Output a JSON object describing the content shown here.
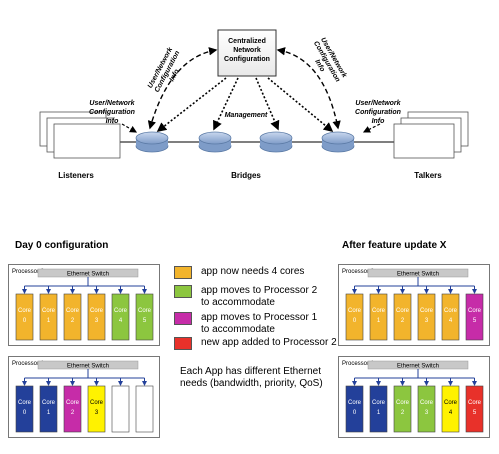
{
  "network": {
    "controller_label": [
      "Centralized",
      "Network",
      "Configuration"
    ],
    "left_diag_label": [
      "User/Network",
      "Configuration",
      "Info"
    ],
    "right_diag_label": [
      "User/Network",
      "Configuration",
      "Info"
    ],
    "left_side_label": [
      "User/Network",
      "Configuration",
      "Info"
    ],
    "right_side_label": [
      "User/Network",
      "Configuration",
      "Info"
    ],
    "management_label": "Management",
    "listeners_label": "Listeners",
    "bridges_label": "Bridges",
    "talkers_label": "Talkers"
  },
  "day0": {
    "title": "Day 0 configuration",
    "processor0": {
      "label": "Processor 0",
      "switch_label": "Ethernet Switch",
      "cores": [
        {
          "label": "Core",
          "num": "0",
          "color": "#F2B42C"
        },
        {
          "label": "Core",
          "num": "1",
          "color": "#F2B42C"
        },
        {
          "label": "Core",
          "num": "2",
          "color": "#F2B42C"
        },
        {
          "label": "Core",
          "num": "3",
          "color": "#F2B42C"
        },
        {
          "label": "Core",
          "num": "4",
          "color": "#8CC63F"
        },
        {
          "label": "Core",
          "num": "5",
          "color": "#8CC63F"
        }
      ]
    },
    "processor1": {
      "label": "Processor 1",
      "switch_label": "Ethernet Switch",
      "cores": [
        {
          "label": "Core",
          "num": "0",
          "color": "#23409A"
        },
        {
          "label": "Core",
          "num": "1",
          "color": "#23409A"
        },
        {
          "label": "Core",
          "num": "2",
          "color": "#C62CA8"
        },
        {
          "label": "Core",
          "num": "3",
          "color": "#FFF200"
        },
        {
          "label": "",
          "num": "",
          "color": "#FFFFFF"
        },
        {
          "label": "",
          "num": "",
          "color": "#FFFFFF"
        }
      ]
    }
  },
  "after": {
    "title": "After feature update X",
    "processor0": {
      "label": "Processor 0",
      "switch_label": "Ethernet Switch",
      "cores": [
        {
          "label": "Core",
          "num": "0",
          "color": "#F2B42C"
        },
        {
          "label": "Core",
          "num": "1",
          "color": "#F2B42C"
        },
        {
          "label": "Core",
          "num": "2",
          "color": "#F2B42C"
        },
        {
          "label": "Core",
          "num": "3",
          "color": "#F2B42C"
        },
        {
          "label": "Core",
          "num": "4",
          "color": "#F2B42C"
        },
        {
          "label": "Core",
          "num": "5",
          "color": "#C62CA8"
        }
      ]
    },
    "processor1": {
      "label": "Processor 1",
      "switch_label": "Ethernet Switch",
      "cores": [
        {
          "label": "Core",
          "num": "0",
          "color": "#23409A"
        },
        {
          "label": "Core",
          "num": "1",
          "color": "#23409A"
        },
        {
          "label": "Core",
          "num": "2",
          "color": "#8CC63F"
        },
        {
          "label": "Core",
          "num": "3",
          "color": "#8CC63F"
        },
        {
          "label": "Core",
          "num": "4",
          "color": "#FFF200"
        },
        {
          "label": "Core",
          "num": "5",
          "color": "#E8312A"
        }
      ]
    }
  },
  "legend": [
    {
      "color": "#F2B42C",
      "text": "app now needs 4 cores"
    },
    {
      "color": "#8CC63F",
      "text": "app moves to Processor 2 to accommodate"
    },
    {
      "color": "#C62CA8",
      "text": "app moves to Processor 1 to accommodate"
    },
    {
      "color": "#E8312A",
      "text": "new app added to Processor 2"
    }
  ],
  "note": "Each App has different Ethernet needs (bandwidth, priority, QoS)",
  "colors": {
    "bridge_fill": "#A9BFDD",
    "bridge_edge": "#5C7BA6",
    "switch_fill": "#C8C8C8",
    "arrow": "#23409A"
  }
}
